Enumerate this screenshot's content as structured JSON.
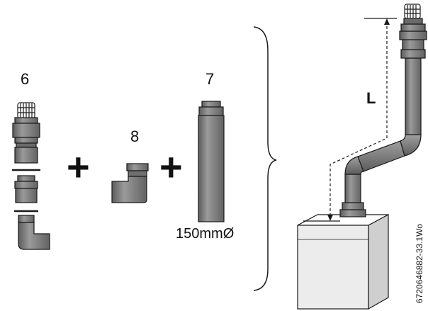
{
  "labels": {
    "part_6": "6",
    "part_7": "7",
    "part_8": "8",
    "length": "L",
    "diameter": "150mmØ",
    "plus_1": "+",
    "plus_2": "+",
    "figure_code": "6720646882-33.1Wo"
  },
  "colors": {
    "pipe": "#808080",
    "pipe_dark": "#5a5a5a",
    "pipe_light": "#bcbcbc",
    "outline": "#1a1a1a",
    "boiler": "#e9e9e9"
  }
}
